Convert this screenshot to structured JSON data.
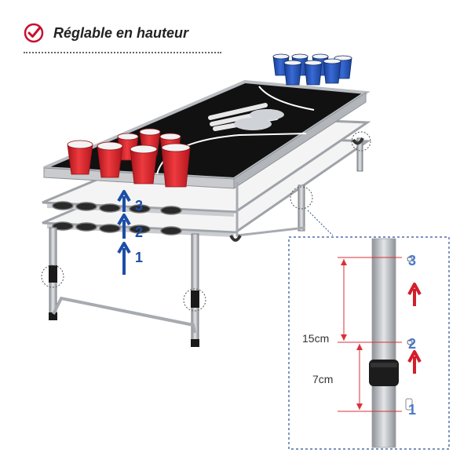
{
  "header": {
    "title": "Réglable en hauteur",
    "icon": "check-circle-icon",
    "icon_color": "#c8102e"
  },
  "steps": {
    "s1": "1",
    "s2": "2",
    "s3": "3"
  },
  "detail": {
    "measure_upper": "15cm",
    "measure_lower": "7cm",
    "level_1": "1",
    "level_2": "2",
    "level_3": "3"
  },
  "colors": {
    "table_top": "#111111",
    "frame": "#b9bcc0",
    "cup_red": "#d81f26",
    "cup_blue": "#1f4fb8",
    "arrow_blue": "#1d4ea6",
    "arrow_red": "#d21f2b",
    "detail_border": "#2d4f9b"
  }
}
